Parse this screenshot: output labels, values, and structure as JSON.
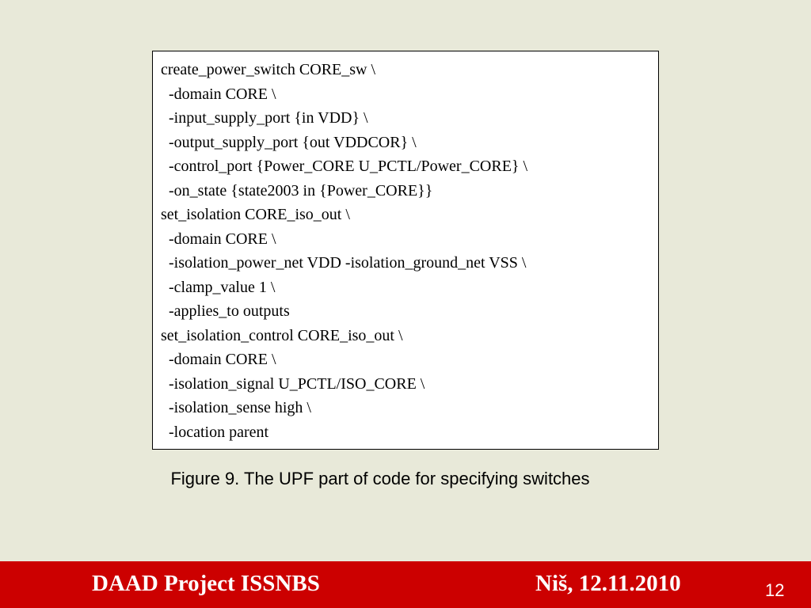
{
  "code_lines": [
    "create_power_switch CORE_sw \\",
    "  -domain CORE \\",
    "  -input_supply_port {in VDD} \\",
    "  -output_supply_port {out VDDCOR} \\",
    "  -control_port {Power_CORE U_PCTL/Power_CORE} \\",
    "  -on_state {state2003 in {Power_CORE}}",
    "set_isolation CORE_iso_out \\",
    "  -domain CORE \\",
    "  -isolation_power_net VDD -isolation_ground_net VSS \\",
    "  -clamp_value 1 \\",
    "  -applies_to outputs",
    "set_isolation_control CORE_iso_out \\",
    "  -domain CORE \\",
    "  -isolation_signal U_PCTL/ISO_CORE \\",
    "  -isolation_sense high \\",
    "  -location parent"
  ],
  "caption": "Figure 9. The UPF part of code for specifying switches",
  "footer": {
    "project": "DAAD Project ISSNBS",
    "date": "Niš, 12.11.2010",
    "page": "12"
  },
  "colors": {
    "background": "#e8e9d9",
    "footer_bar": "#cc0000",
    "footer_text": "#ffffff"
  }
}
